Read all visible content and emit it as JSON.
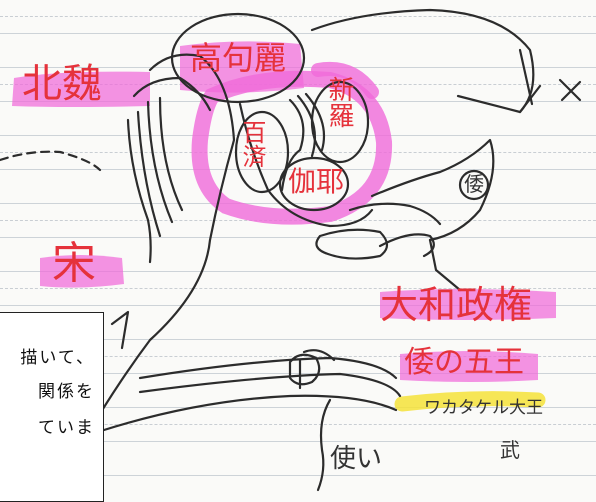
{
  "labels": {
    "hokugi": "北魏",
    "koukuri": "高句麗",
    "shiragi": "新羅",
    "kudara": "百済",
    "kaya": "伽耶",
    "sou": "宋",
    "yamato": "大和政権",
    "wa_goou": "倭の五王",
    "wakatakeru": "ワカタケル大王",
    "bu": "武",
    "tsukai": "使い",
    "wa_circle": "倭"
  },
  "callout": {
    "line1": "描いて、",
    "line2": "関係を",
    "line3": "ていま"
  },
  "colors": {
    "red_ink": "#e5323b",
    "pink_highlight": "#f06ad9",
    "yellow_highlight": "#f5e23a",
    "pencil": "#2c2c2c"
  }
}
